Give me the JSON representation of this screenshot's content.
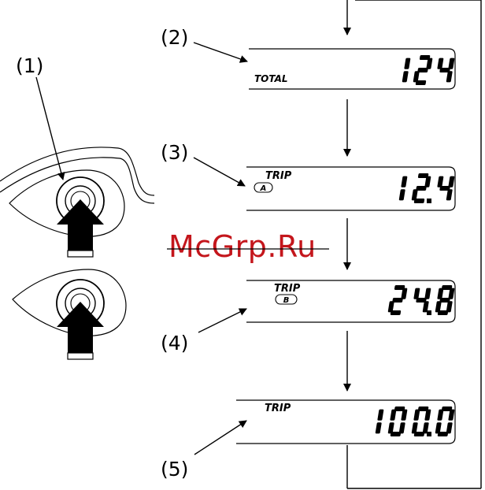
{
  "callouts": {
    "c1": "(1)",
    "c2": "(2)",
    "c3": "(3)",
    "c4": "(4)",
    "c5": "(5)"
  },
  "displays": [
    {
      "id": "total",
      "label": "TOTAL",
      "sub": "",
      "digits": "124",
      "decimal_after": -1
    },
    {
      "id": "trip-a",
      "label": "TRIP",
      "sub": "A",
      "digits": "124",
      "decimal_after": 1
    },
    {
      "id": "trip-b",
      "label": "TRIP",
      "sub": "B",
      "digits": "248",
      "decimal_after": 1
    },
    {
      "id": "trip",
      "label": "TRIP",
      "sub": "",
      "digits": "1000",
      "decimal_after": 2
    }
  ],
  "watermark": "McGrp.Ru",
  "colors": {
    "ink": "#000000",
    "watermark": "#c4161c",
    "background": "#ffffff"
  },
  "icons": [
    "push-button-icon",
    "press-arrow-icon"
  ]
}
